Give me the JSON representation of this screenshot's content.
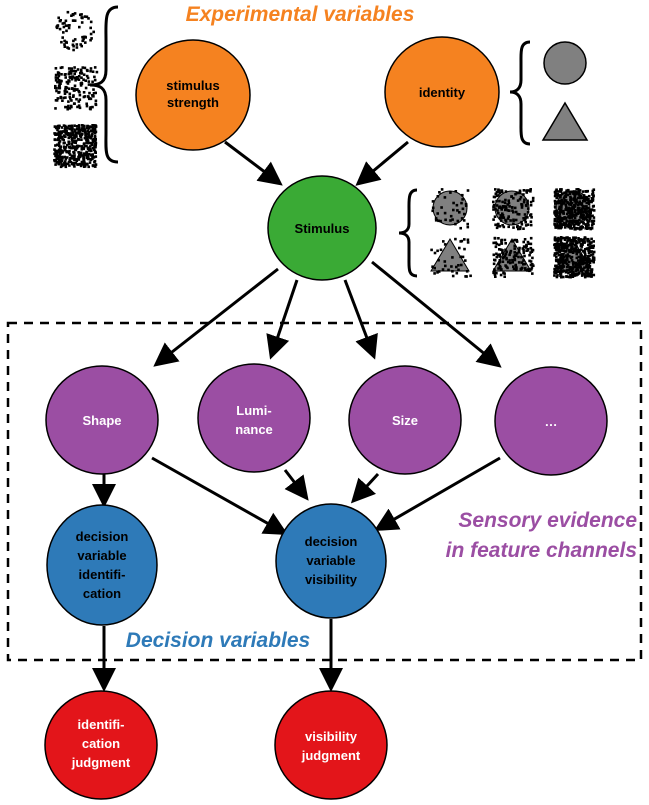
{
  "sections": {
    "experimental": "Experimental variables",
    "sensory_line1": "Sensory evidence",
    "sensory_line2": "in feature channels",
    "decision": "Decision variables"
  },
  "colors": {
    "orange": "#f58220",
    "green": "#3aaa35",
    "purple": "#9b4ea3",
    "blue": "#2e7ab8",
    "red": "#e3151a",
    "experimental_label": "#f58220",
    "sensory_label": "#9b4ea3",
    "decision_label": "#2e7ab8",
    "shape_gray": "#808080"
  },
  "nodes": {
    "strength": {
      "line1": "stimulus",
      "line2": "strength"
    },
    "identity": {
      "line1": "identity"
    },
    "stimulus": {
      "line1": "Stimulus"
    },
    "shape": {
      "line1": "Shape"
    },
    "luminance": {
      "line1": "Lumi-",
      "line2": "nance"
    },
    "size": {
      "line1": "Size"
    },
    "more": {
      "line1": "…"
    },
    "dv_identification": {
      "line1": "decision",
      "line2": "variable",
      "line3": "identifi-",
      "line4": "cation"
    },
    "dv_visibility": {
      "line1": "decision",
      "line2": "variable",
      "line3": "visibility"
    },
    "identification_judgment": {
      "line1": "identifi-",
      "line2": "cation",
      "line3": "judgment"
    },
    "visibility_judgment": {
      "line1": "visibility",
      "line2": "judgment"
    }
  },
  "icons": {
    "strength_levels": [
      "sparse-dots-icon",
      "medium-dots-icon",
      "dense-dots-icon"
    ],
    "identity_shapes": [
      "circle-icon",
      "triangle-icon"
    ],
    "stimulus_examples": [
      "circle-noise-icon",
      "triangle-noise-icon"
    ]
  }
}
